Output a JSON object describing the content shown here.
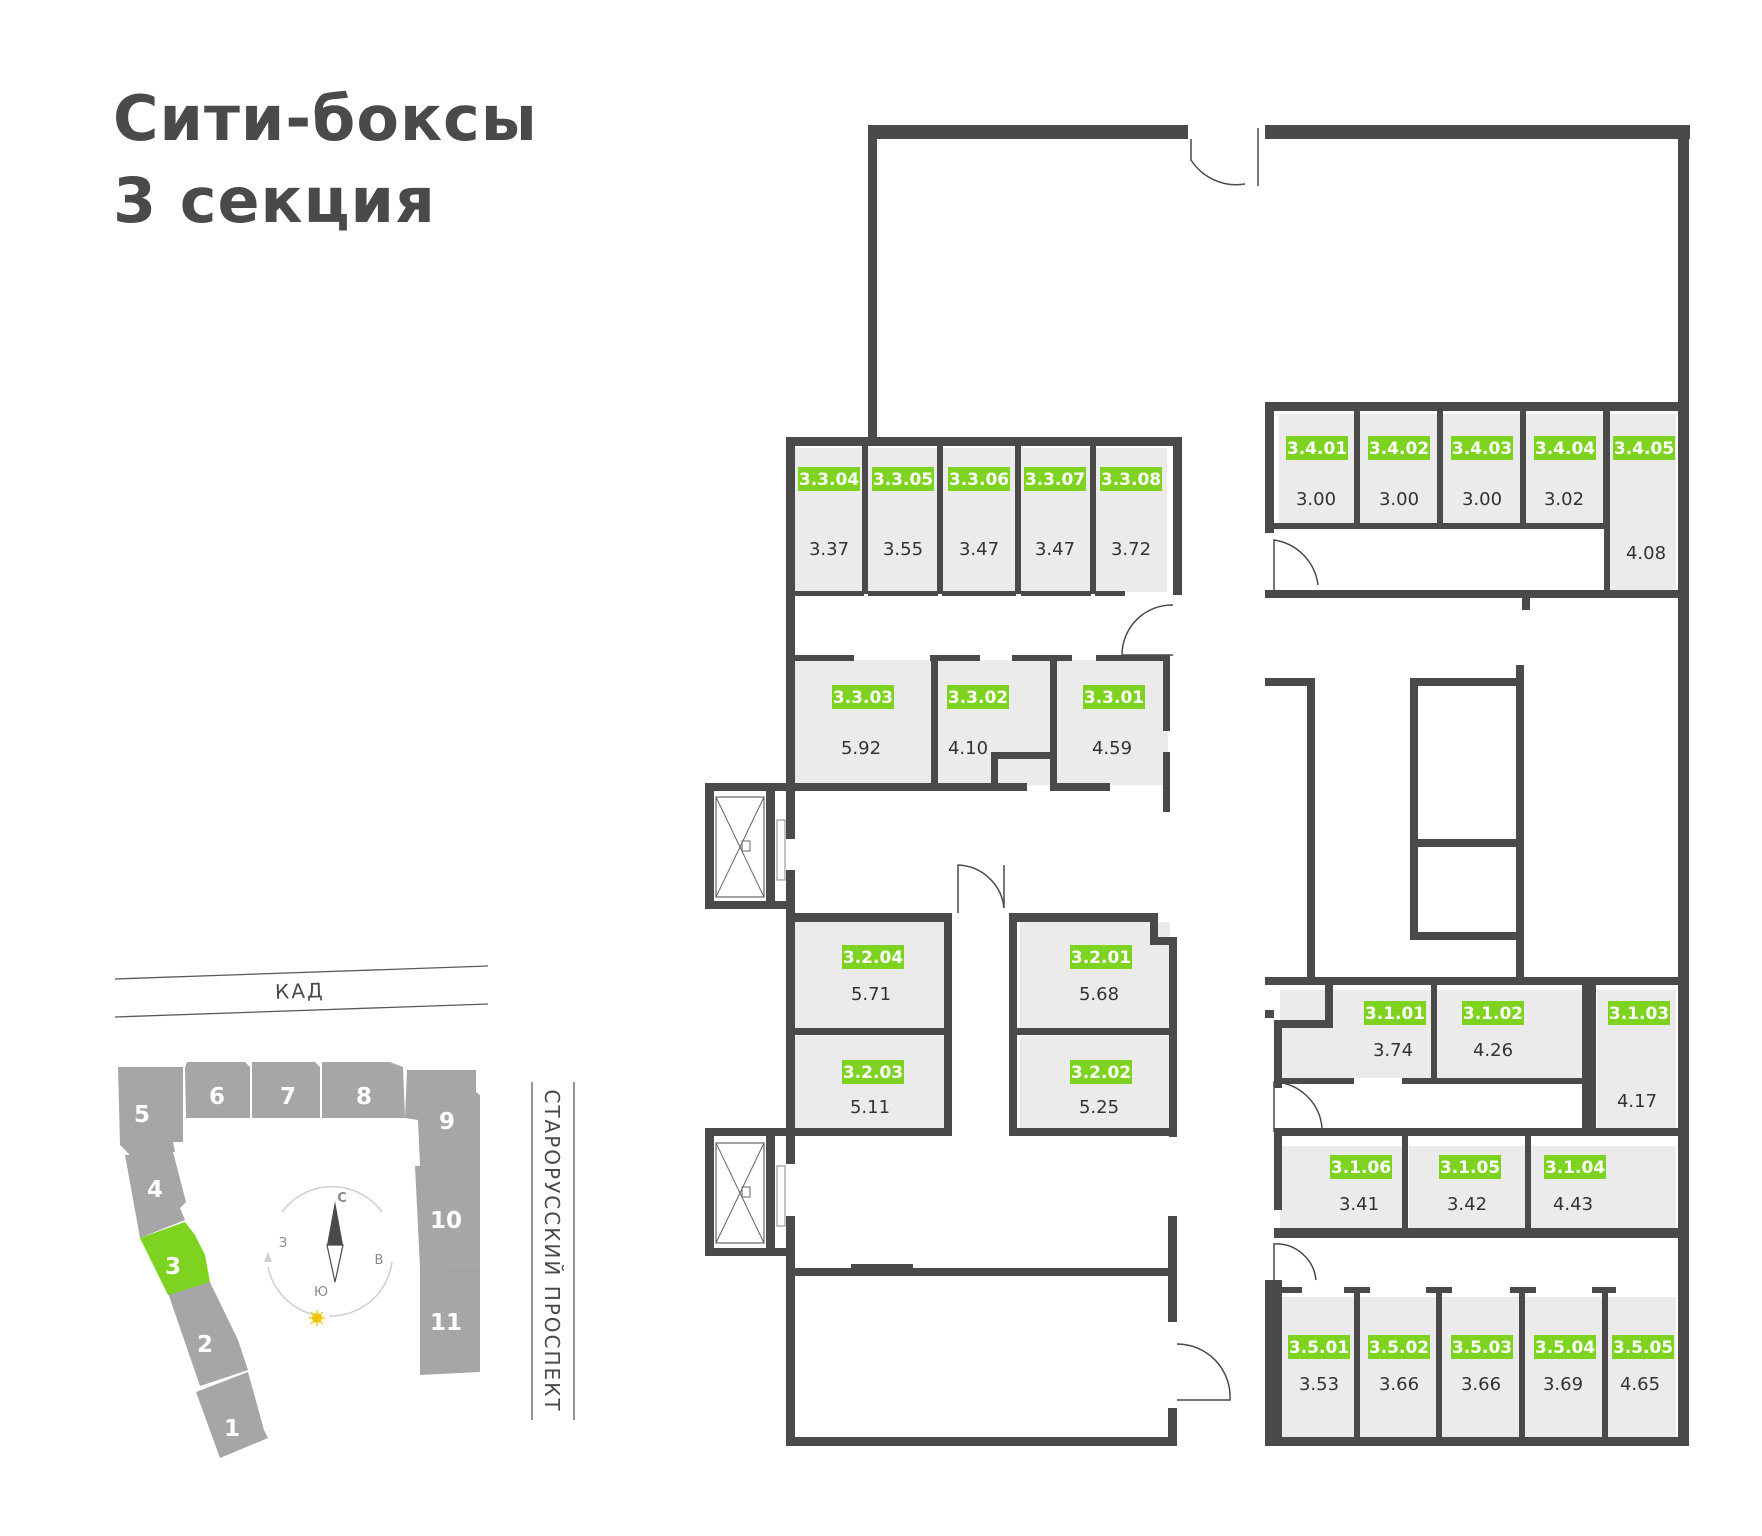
{
  "title": {
    "line1": "Сити-боксы",
    "line2": "3 секция"
  },
  "colors": {
    "wall": "#4a4a4a",
    "box": "#ebebeb",
    "tag": "#7ed321",
    "building": "#a6a6a6",
    "selected": "#7ed321"
  },
  "boxes": [
    {
      "id": "3.3.04",
      "area": "3.37"
    },
    {
      "id": "3.3.05",
      "area": "3.55"
    },
    {
      "id": "3.3.06",
      "area": "3.47"
    },
    {
      "id": "3.3.07",
      "area": "3.47"
    },
    {
      "id": "3.3.08",
      "area": "3.72"
    },
    {
      "id": "3.3.03",
      "area": "5.92"
    },
    {
      "id": "3.3.02",
      "area": "4.10"
    },
    {
      "id": "3.3.01",
      "area": "4.59"
    },
    {
      "id": "3.2.04",
      "area": "5.71"
    },
    {
      "id": "3.2.01",
      "area": "5.68"
    },
    {
      "id": "3.2.03",
      "area": "5.11"
    },
    {
      "id": "3.2.02",
      "area": "5.25"
    },
    {
      "id": "3.4.01",
      "area": "3.00"
    },
    {
      "id": "3.4.02",
      "area": "3.00"
    },
    {
      "id": "3.4.03",
      "area": "3.00"
    },
    {
      "id": "3.4.04",
      "area": "3.02"
    },
    {
      "id": "3.4.05",
      "area": "4.08"
    },
    {
      "id": "3.1.01",
      "area": "3.74"
    },
    {
      "id": "3.1.02",
      "area": "4.26"
    },
    {
      "id": "3.1.03",
      "area": "4.17"
    },
    {
      "id": "3.1.06",
      "area": "3.41"
    },
    {
      "id": "3.1.05",
      "area": "3.42"
    },
    {
      "id": "3.1.04",
      "area": "4.43"
    },
    {
      "id": "3.5.01",
      "area": "3.53"
    },
    {
      "id": "3.5.02",
      "area": "3.66"
    },
    {
      "id": "3.5.03",
      "area": "3.66"
    },
    {
      "id": "3.5.04",
      "area": "3.69"
    },
    {
      "id": "3.5.05",
      "area": "4.65"
    }
  ],
  "site_plan": {
    "road_top": "КАД",
    "road_right": "СТАРОРУССКИЙ ПРОСПЕКТ",
    "sections": [
      "1",
      "2",
      "3",
      "4",
      "5",
      "6",
      "7",
      "8",
      "9",
      "10",
      "11"
    ],
    "selected_section": "3",
    "compass": {
      "n": "С",
      "s": "Ю",
      "w": "З",
      "e": "В"
    }
  }
}
